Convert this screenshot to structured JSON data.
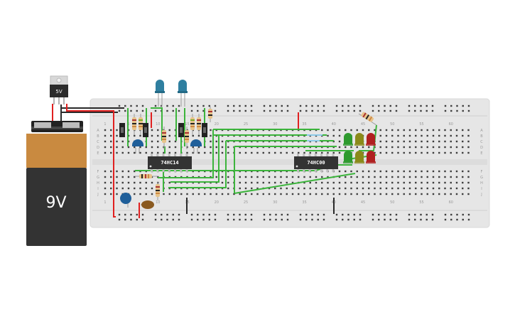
{
  "battery": {
    "label": "9V"
  },
  "regulator": {
    "label": "5V"
  },
  "chips": [
    {
      "label": "74HC14"
    },
    {
      "label": "74HC00"
    }
  ],
  "breadboard": {
    "column_numbers": [
      "1",
      "5",
      "10",
      "15",
      "20",
      "25",
      "30",
      "35",
      "40",
      "45",
      "50",
      "55",
      "60"
    ],
    "row_letters_top": [
      "A",
      "B",
      "C",
      "D",
      "E"
    ],
    "row_letters_bottom": [
      "F",
      "G",
      "H",
      "I",
      "J"
    ]
  },
  "colors": {
    "breadboard": "#e6e6e6",
    "wire_green": "#3cb43c",
    "wire_red": "#e02020",
    "wire_black": "#2a2a2a",
    "chip": "#333333",
    "led_blue": "#2f7fa0",
    "led_green": "#2e9a2e",
    "led_yellow": "#8a8a1a",
    "led_red": "#b02020",
    "battery_top": "#c98a40",
    "battery_body": "#333333"
  }
}
